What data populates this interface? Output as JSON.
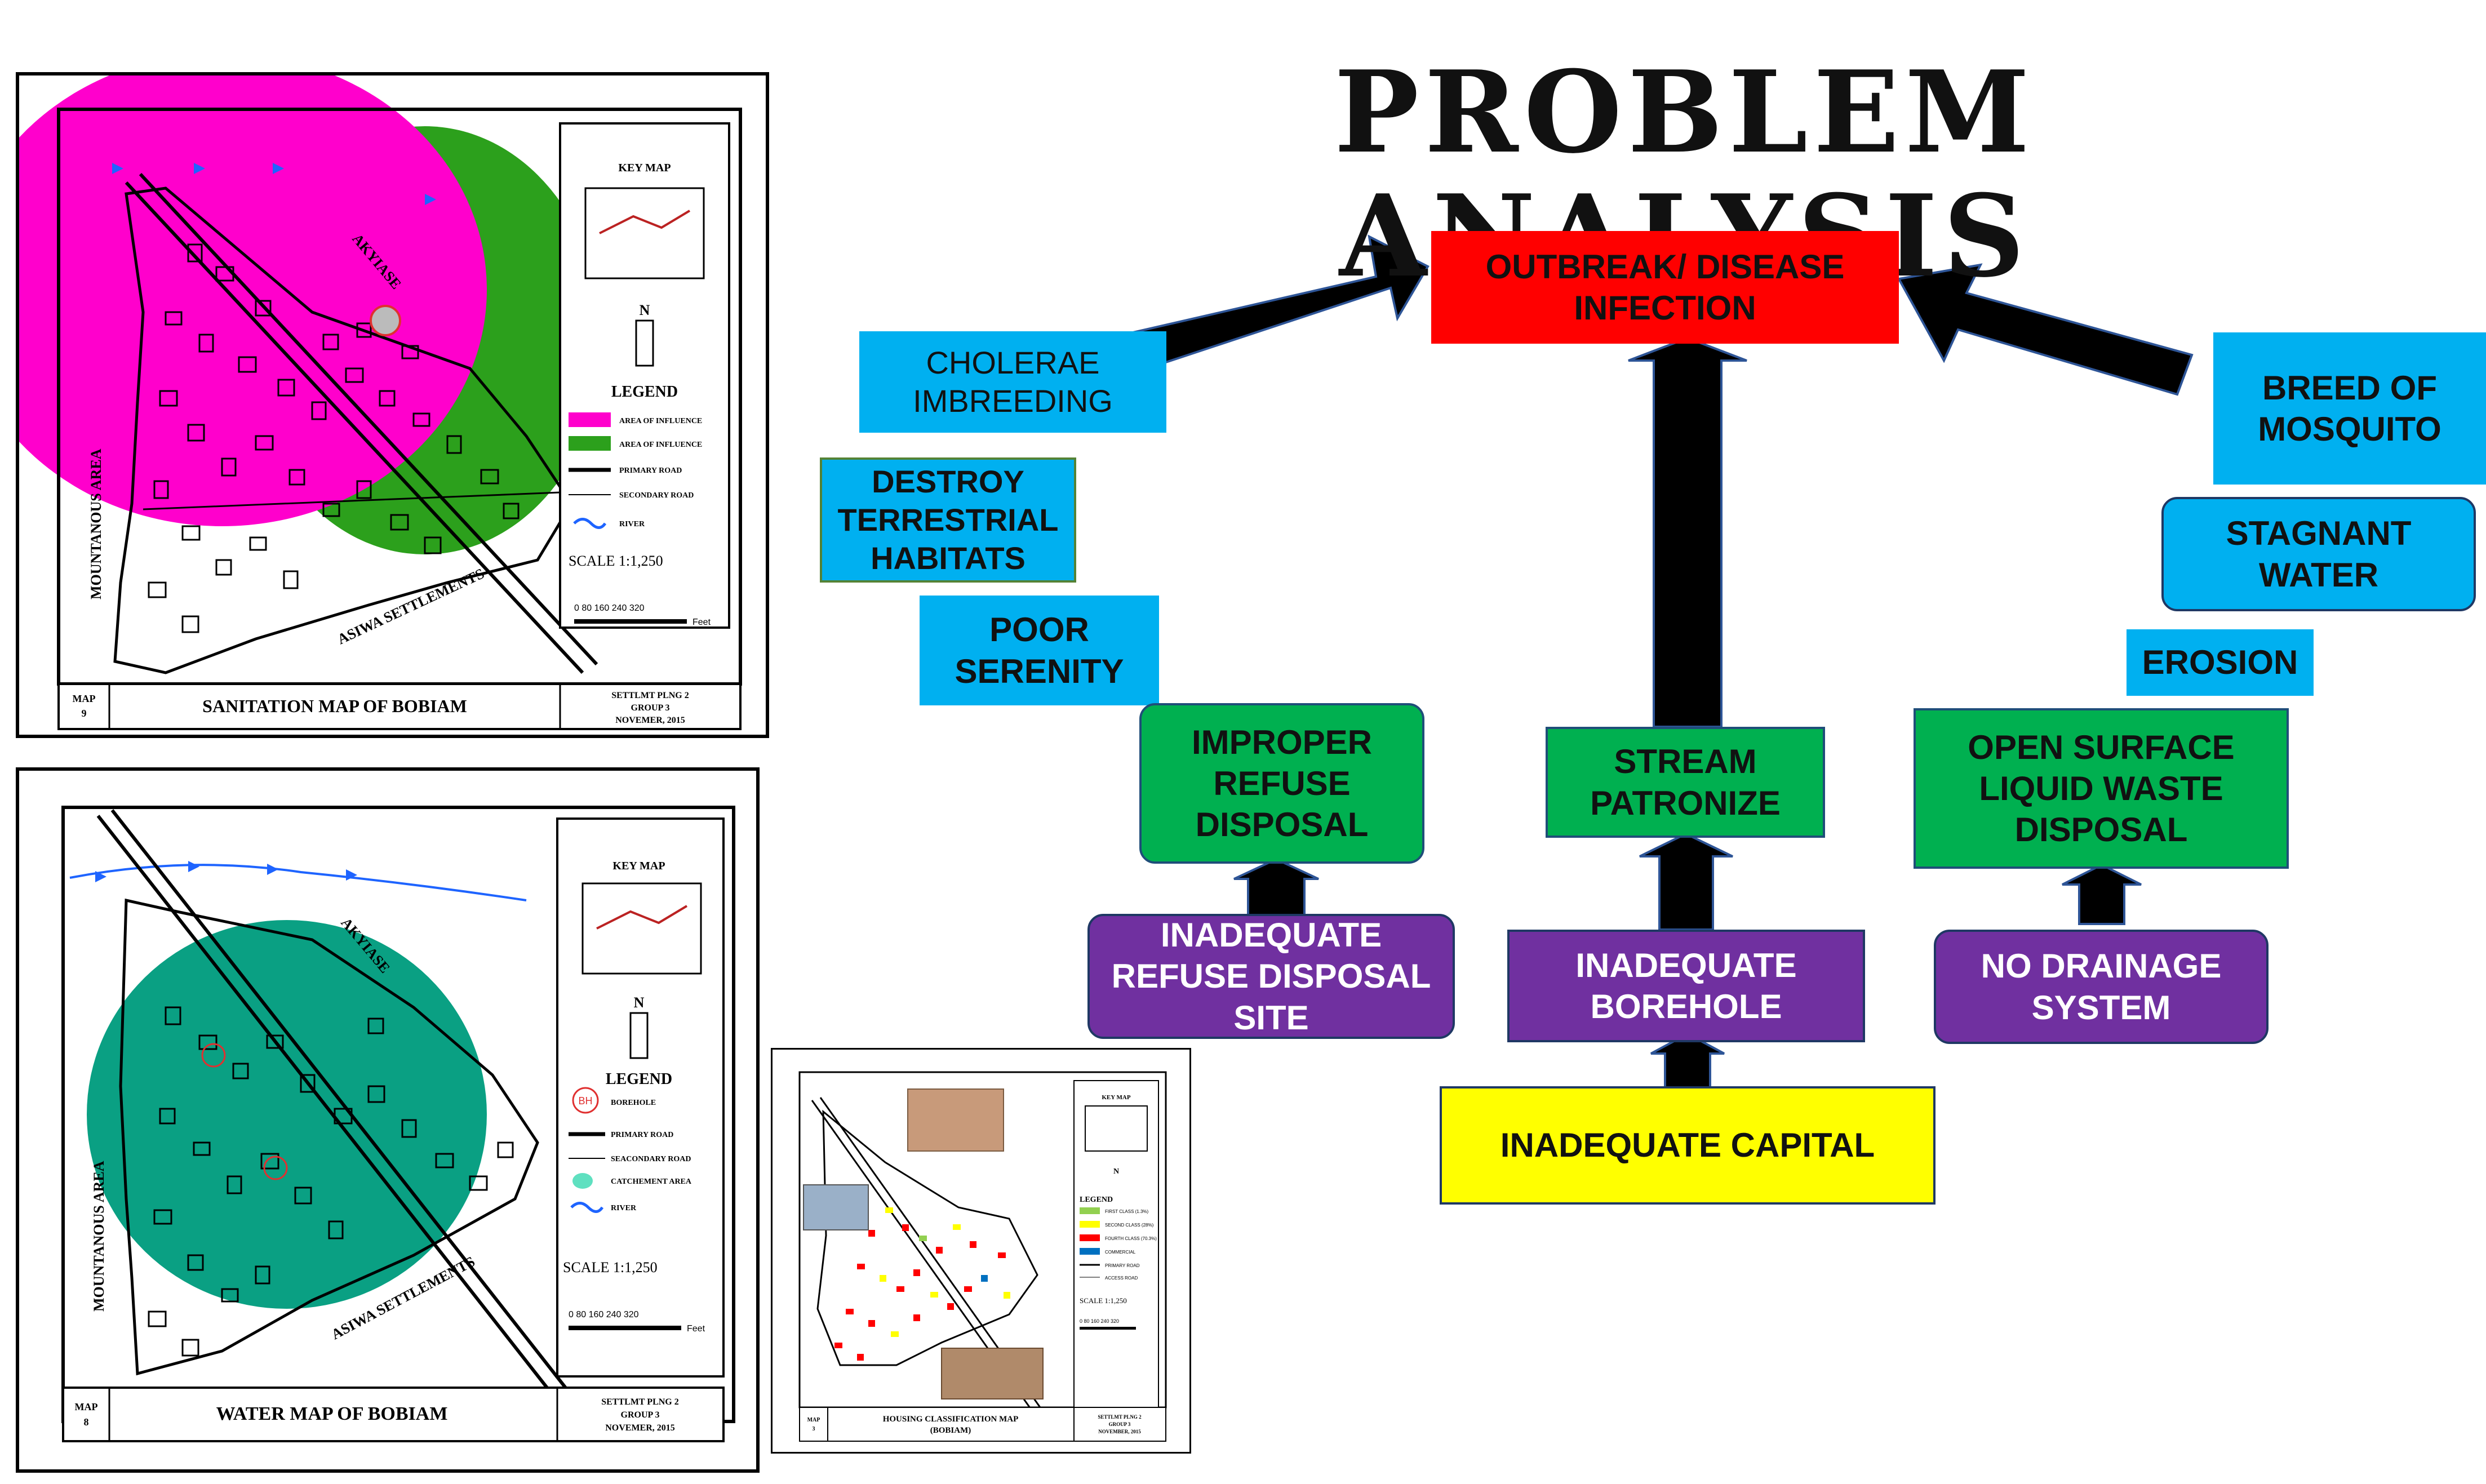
{
  "title": "PROBLEM ANALYSIS",
  "boxes": {
    "outbreak": "OUTBREAK/ DISEASE INFECTION",
    "cholerae": "CHOLERAE IMBREEDING",
    "destroy": "DESTROY TERRESTRIAL HABITATS",
    "poor_serenity": "POOR SERENITY",
    "improper_refuse": "IMPROPER REFUSE DISPOSAL",
    "stream": "STREAM PATRONIZE",
    "open_surface": "OPEN SURFACE LIQUID WASTE DISPOSAL",
    "breed": "BREED OF MOSQUITO",
    "stagnant": "STAGNANT WATER",
    "erosion": "EROSION",
    "inadequate_site": "INADEQUATE REFUSE DISPOSAL SITE",
    "inadequate_borehole": "INADEQUATE BOREHOLE",
    "no_drainage": "NO DRAINAGE SYSTEM",
    "inadequate_capital": "INADEQUATE CAPITAL"
  },
  "colors": {
    "red": "#ff0000",
    "blue": "#00b0f0",
    "green": "#00b050",
    "purple": "#7030a0",
    "yellow": "#ffff00",
    "magenta": "#ff00cc",
    "map_green": "#2ca01c",
    "teal": "#0aa083"
  },
  "maps": {
    "sanitation": {
      "map_label": "MAP",
      "map_no": "9",
      "title": "SANITATION  MAP  OF BOBIAM",
      "settlmt": "SETTLMT PLNG 2",
      "group": "GROUP 3",
      "date": "NOVEMER, 2015",
      "key_map": "KEY MAP",
      "legend": "LEGEND",
      "legend_items": [
        "AREA OF INFLUENCE",
        "AREA OF INFLUENCE",
        "PRIMARY ROAD",
        "SECONDARY ROAD",
        "RIVER"
      ],
      "scale": "SCALE  1:1,250",
      "scale_ticks": "0   80  160  240  320",
      "feet": "Feet",
      "akyiase": "AKYIASE",
      "mountanous": "MOUNTANOUS AREA",
      "aswa": "ASIWA SETTLEMENTS",
      "north": "N"
    },
    "water": {
      "map_label": "MAP",
      "map_no": "8",
      "title": "WATER  MAP  OF BOBIAM",
      "settlmt": "SETTLMT PLNG 2",
      "group": "GROUP 3",
      "date": "NOVEMER, 2015",
      "key_map": "KEY MAP",
      "legend": "LEGEND",
      "legend_items": [
        "BOREHOLE",
        "PRIMARY ROAD",
        "SEACONDARY ROAD",
        "CATCHEMENT AREA",
        "RIVER"
      ],
      "bh": "BH",
      "scale": "SCALE  1:1,250",
      "scale_ticks": "0   80  160  240  320",
      "feet": "Feet",
      "akyiase": "AKYIASE",
      "mountanous": "MOUNTANOUS AREA",
      "aswa": "ASIWA SETTLEMENTS",
      "north": "N"
    },
    "housing": {
      "map_label": "MAP",
      "map_no": "3",
      "title": "HOUSING CLASSIFICATION MAP",
      "subtitle": "(BOBIAM)",
      "settlmt": "SETTLMT PLNG 2",
      "group": "GROUP 3",
      "date": "NOVEMBER, 2015",
      "key_map": "KEY MAP",
      "legend": "LEGEND",
      "legend_items": [
        "FIRST CLASS (1.3%)",
        "SECOND CLASS (28%)",
        "FOURTH CLASS (70.3%)",
        "COMMERCIAL",
        "PRIMARY ROAD",
        "ACCESS ROAD"
      ],
      "scale": "SCALE  1:1,250",
      "scale_ticks": "0  80 160 240 320",
      "north": "N"
    }
  }
}
